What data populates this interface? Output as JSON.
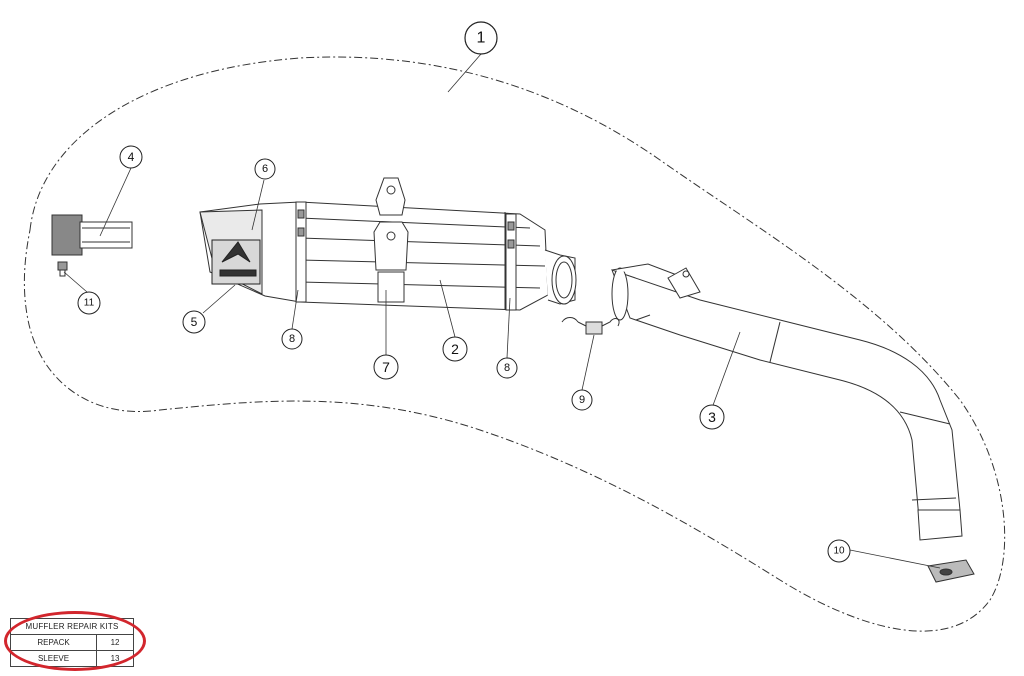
{
  "callouts": [
    {
      "id": "c1",
      "label": "1"
    },
    {
      "id": "c2",
      "label": "2"
    },
    {
      "id": "c3",
      "label": "3"
    },
    {
      "id": "c4",
      "label": "4"
    },
    {
      "id": "c5",
      "label": "5"
    },
    {
      "id": "c6",
      "label": "6"
    },
    {
      "id": "c7",
      "label": "7"
    },
    {
      "id": "c8a",
      "label": "8"
    },
    {
      "id": "c8b",
      "label": "8"
    },
    {
      "id": "c9",
      "label": "9"
    },
    {
      "id": "c10",
      "label": "10"
    },
    {
      "id": "c11",
      "label": "11"
    }
  ],
  "repair_kits": {
    "title": "MUFFLER REPAIR KITS",
    "rows": [
      {
        "name": "REPACK",
        "number": "12"
      },
      {
        "name": "SLEEVE",
        "number": "13"
      }
    ]
  },
  "highlight_color": "#d2262d"
}
